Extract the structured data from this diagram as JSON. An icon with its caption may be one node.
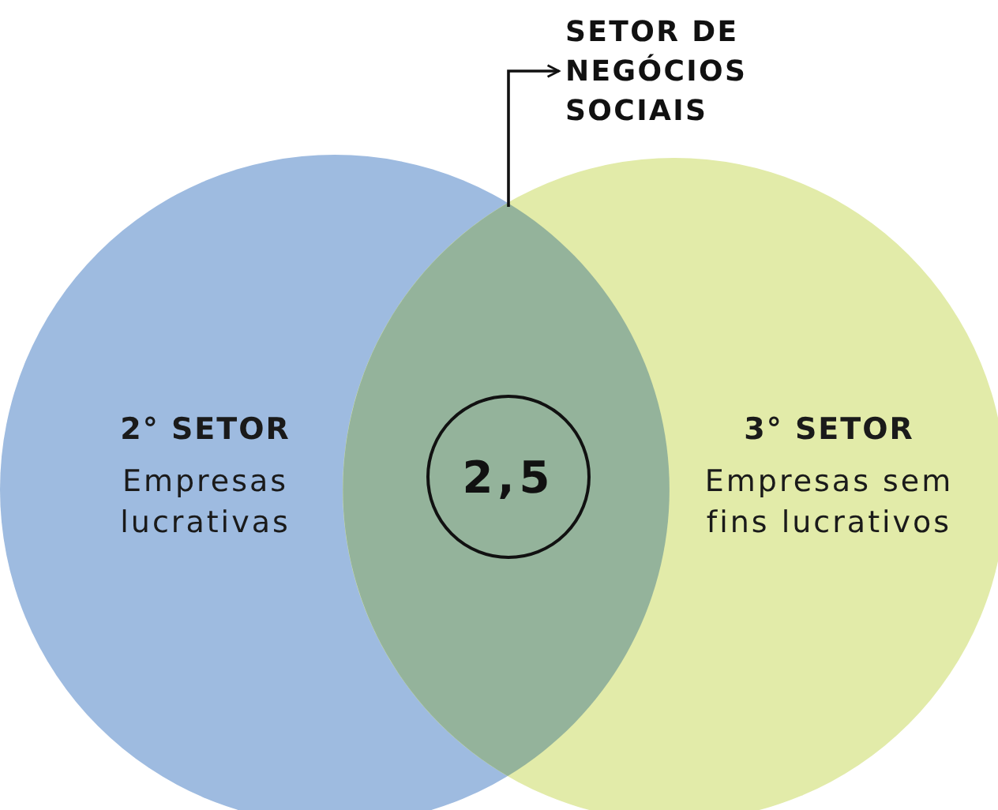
{
  "diagram": {
    "nodes": [
      {
        "text": [
          "2° SETOR",
          "Empresas lucrativas"
        ]
      },
      {
        "text": [
          "3° SETOR",
          "Empresas sem fins lucrativos"
        ]
      },
      {
        "text": [],
        "shape": "lens"
      },
      {
        "text": [
          "2,5"
        ],
        "in": 2
      },
      {
        "text": [
          "SETOR DE NEGÓCIOS SOCIAIS"
        ]
      }
    ],
    "edges": [
      {
        "from": 2,
        "to": 4,
        "arrow": "to"
      }
    ]
  }
}
